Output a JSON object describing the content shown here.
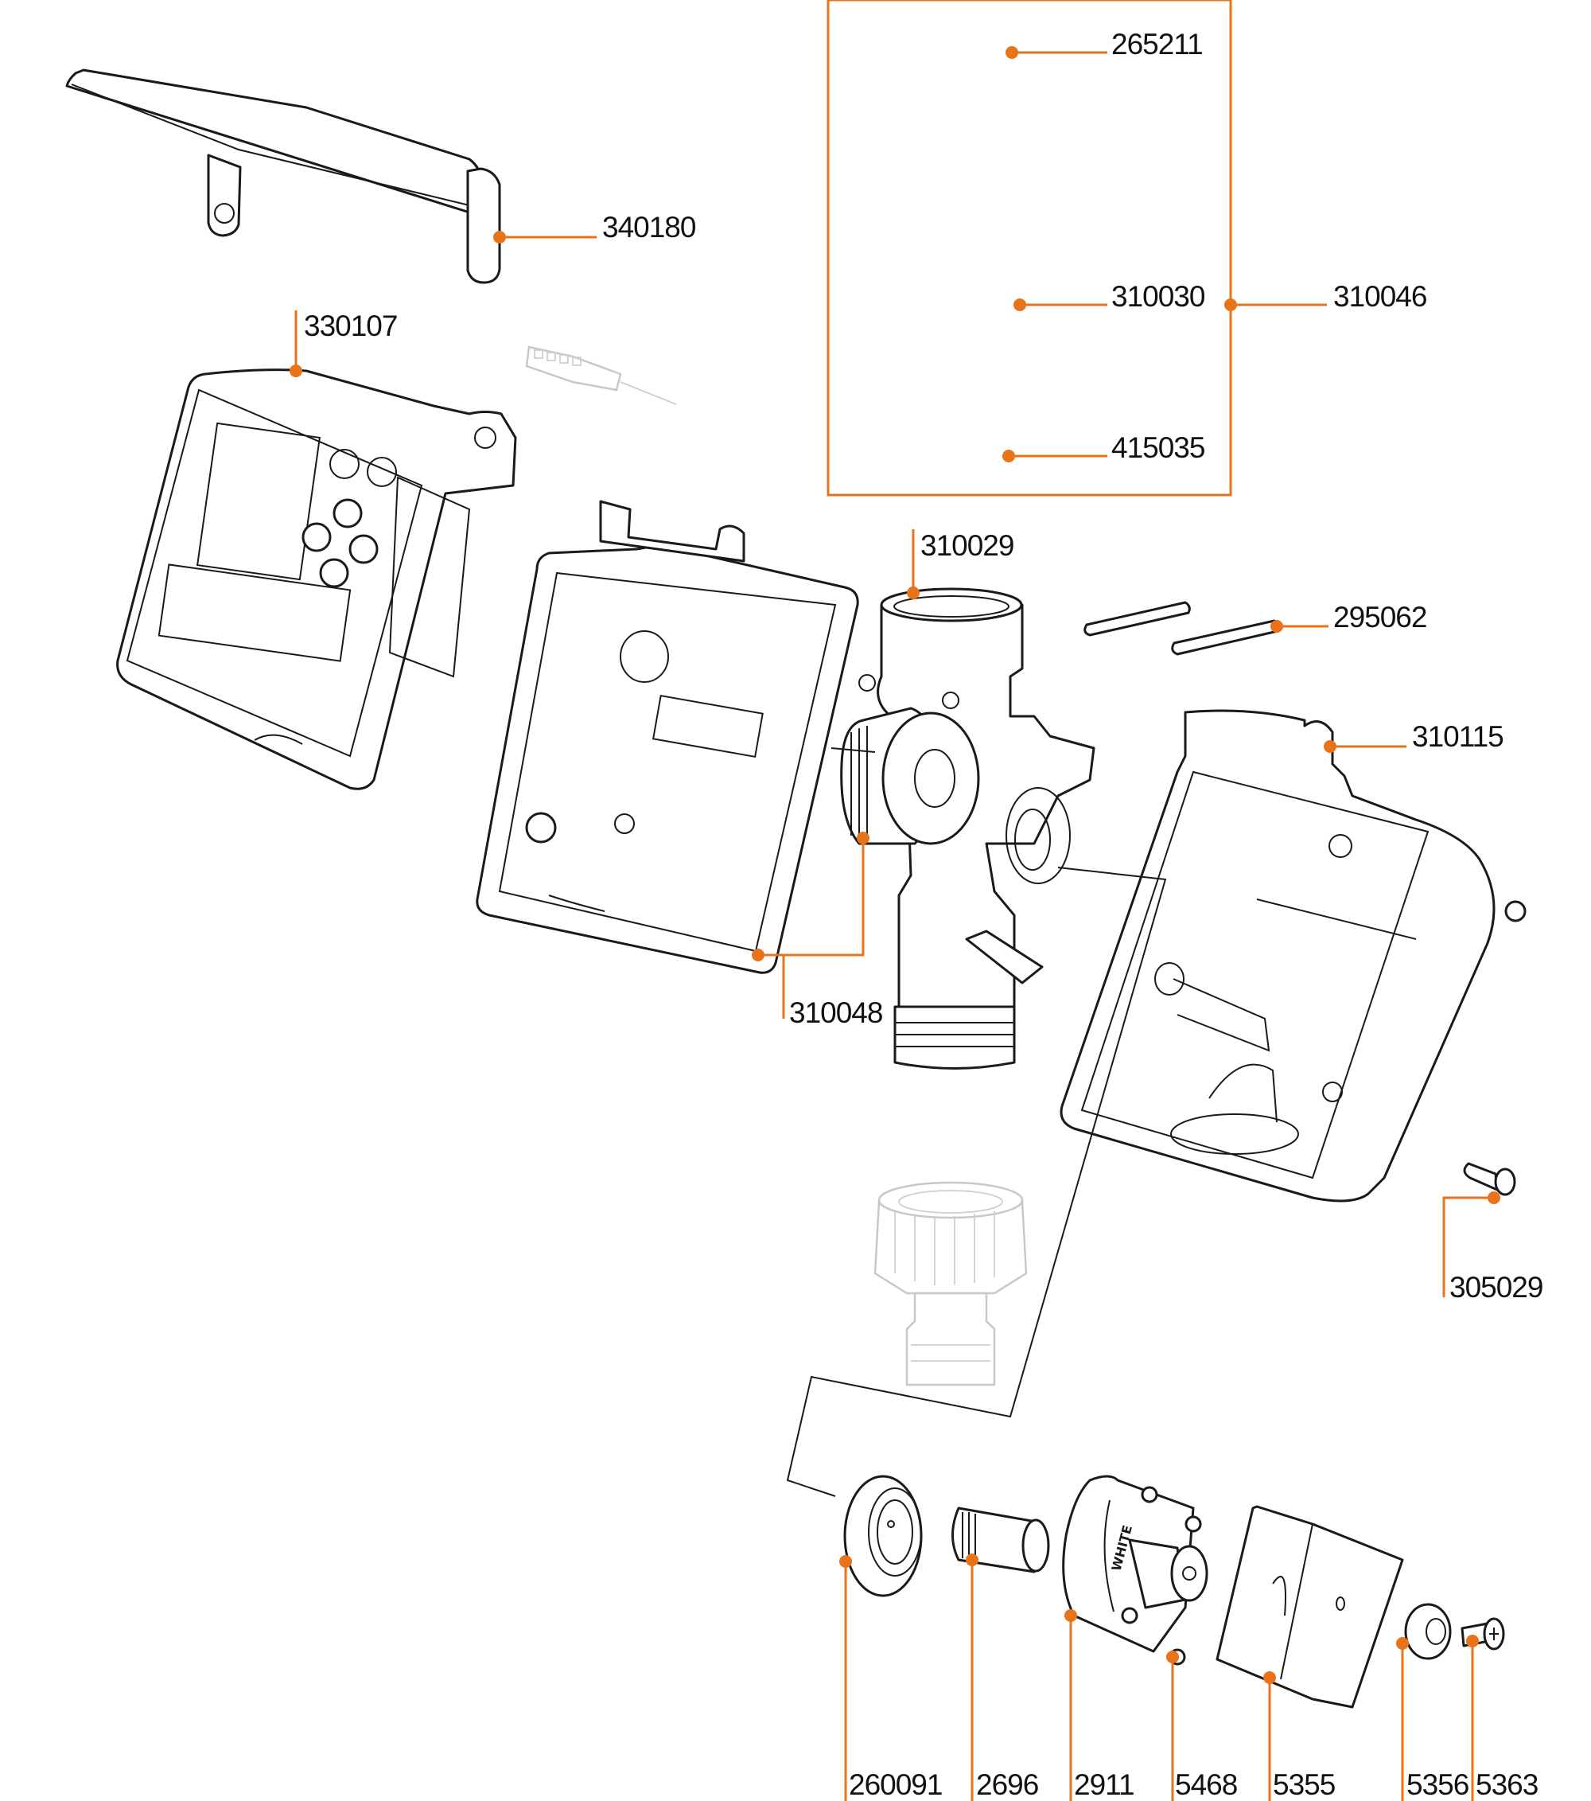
{
  "diagram": {
    "type": "exploded-parts-diagram",
    "accent_color": "#E8731A",
    "line_color": "#1a1a1a",
    "ghost_color": "#c8c8c8",
    "group": {
      "label": "310046",
      "members": [
        "265211",
        "310030",
        "415035"
      ]
    },
    "callouts": [
      {
        "id": "340180",
        "part": "cover-lid"
      },
      {
        "id": "330107",
        "part": "control-unit-front"
      },
      {
        "id": "265211",
        "part": "cone-insert"
      },
      {
        "id": "310030",
        "part": "tap-connector"
      },
      {
        "id": "415035",
        "part": "o-ring"
      },
      {
        "id": "310046",
        "part": "connector-set"
      },
      {
        "id": "310029",
        "part": "valve-body"
      },
      {
        "id": "295062",
        "part": "pins"
      },
      {
        "id": "310115",
        "part": "rear-housing"
      },
      {
        "id": "310048",
        "part": "housing-frame"
      },
      {
        "id": "305029",
        "part": "knob-pin"
      },
      {
        "id": "260091",
        "part": "membrane"
      },
      {
        "id": "2696",
        "part": "plunger"
      },
      {
        "id": "2911",
        "part": "solenoid-valve-cap"
      },
      {
        "id": "5468",
        "part": "screws"
      },
      {
        "id": "5355",
        "part": "bracket"
      },
      {
        "id": "5356",
        "part": "washer"
      },
      {
        "id": "5363",
        "part": "screw"
      }
    ],
    "embossed_text": "WHITE"
  }
}
